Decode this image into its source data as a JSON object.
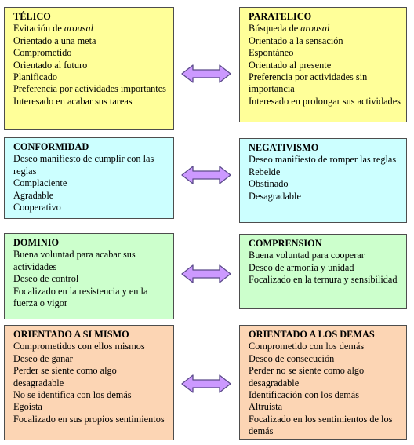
{
  "colors": {
    "yellow": "#ffff99",
    "cyan": "#ccffff",
    "green": "#ccffcc",
    "orange": "#fcd5b4",
    "arrow_fill": "#cc99ff",
    "arrow_stroke": "#5b4b8a"
  },
  "rows": [
    {
      "left": {
        "title": "TÉLICO",
        "items": [
          "Evitación de <i>arousal</i>",
          "Orientado a una meta",
          "Comprometido",
          "Orientado al futuro",
          "Planificado",
          "Preferencia por actividades importantes",
          "Interesado en acabar sus tareas"
        ]
      },
      "right": {
        "title": "PARATELICO",
        "items": [
          "Búsqueda de <i>arousal</i>",
          "Orientado a la sensación",
          "Espontáneo",
          "Orientado al presente",
          "Preferencia por actividades sin importancia",
          "Interesado en prolongar sus actividades"
        ]
      }
    },
    {
      "left": {
        "title": "CONFORMIDAD",
        "items": [
          "Deseo manifiesto de cumplir con las reglas",
          "Complaciente",
          "Agradable",
          "Cooperativo"
        ]
      },
      "right": {
        "title": "NEGATIVISMO",
        "items": [
          "Deseo manifiesto de romper las reglas",
          "Rebelde",
          "Obstinado",
          "Desagradable"
        ]
      }
    },
    {
      "left": {
        "title": "DOMINIO",
        "items": [
          "Buena voluntad para acabar sus actividades",
          "Deseo de control",
          "Focalizado en la resistencia y en la fuerza o vigor"
        ]
      },
      "right": {
        "title": "COMPRENSION",
        "items": [
          "Buena voluntad para cooperar",
          "Deseo de armonía y unidad",
          "Focalizado en la ternura y sensibilidad"
        ]
      }
    },
    {
      "left": {
        "title": "ORIENTADO  A SI MISMO",
        "items": [
          "Comprometidos con ellos mismos",
          "Deseo de ganar",
          "Perder se siente como algo desagradable",
          "No se identifica con los demás",
          "Egoísta",
          "Focalizado en sus propios sentimientos"
        ]
      },
      "right": {
        "title": "ORIENTADO  A LOS DEMAS",
        "items": [
          "Comprometido con los demás",
          "Deseo de consecución",
          "Perder no se siente como algo desagradable",
          "Identificación con los demás",
          "Altruista",
          "Focalizado en los sentimientos de los demás"
        ]
      }
    }
  ]
}
